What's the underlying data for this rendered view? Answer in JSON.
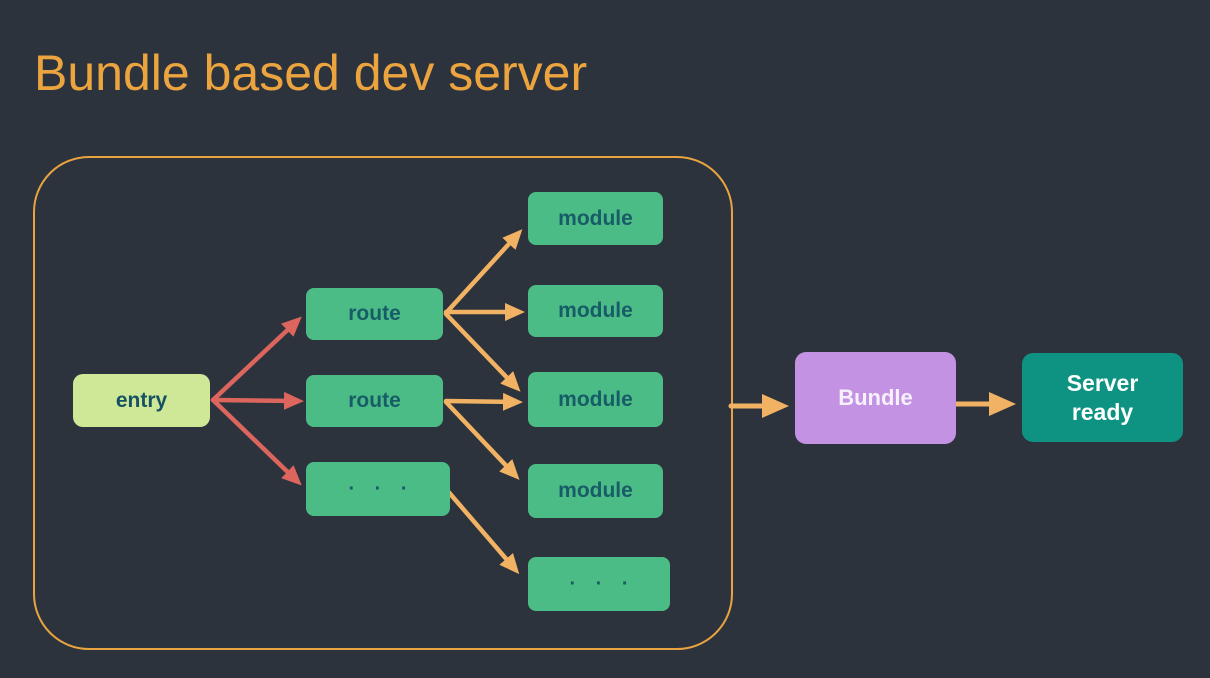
{
  "title": "Bundle based dev server",
  "nodes": {
    "entry": "entry",
    "route1": "route",
    "route2": "route",
    "route_more": "· · ·",
    "module1": "module",
    "module2": "module",
    "module3": "module",
    "module4": "module",
    "module_more": "· · ·",
    "bundle": "Bundle",
    "server": {
      "line1": "Server",
      "line2": "ready"
    }
  },
  "edges": [
    {
      "from": "entry",
      "to": "route1",
      "color": "red",
      "head": "normal"
    },
    {
      "from": "entry",
      "to": "route2",
      "color": "red",
      "head": "normal"
    },
    {
      "from": "entry",
      "to": "route_more",
      "color": "red",
      "head": "normal"
    },
    {
      "from": "route1",
      "to": "module1",
      "color": "yellow",
      "head": "normal"
    },
    {
      "from": "route1",
      "to": "module2",
      "color": "yellow",
      "head": "normal"
    },
    {
      "from": "route1",
      "to": "module3",
      "color": "yellow",
      "head": "normal"
    },
    {
      "from": "route2",
      "to": "module3",
      "color": "yellow",
      "head": "normal"
    },
    {
      "from": "route2",
      "to": "module4",
      "color": "yellow",
      "head": "normal"
    },
    {
      "from": "route_more",
      "to": "module_more",
      "color": "yellow",
      "head": "normal"
    },
    {
      "from": "box",
      "to": "bundle",
      "color": "yellow",
      "head": "big"
    },
    {
      "from": "bundle",
      "to": "server",
      "color": "yellow",
      "head": "big"
    }
  ],
  "colors": {
    "background": "#2d333c",
    "title": "#eca43f",
    "container_border": "#e9a440",
    "node_green": "#4cbc87",
    "node_green_text": "#175c66",
    "entry_bg": "#cfe897",
    "entry_text": "#175263",
    "bundle_bg": "#c492e3",
    "bundle_text": "#f6f1fc",
    "server_bg": "#0e9383",
    "server_text": "#ffffff",
    "arrow_red": "#dc655e",
    "arrow_yellow": "#f1b263"
  }
}
